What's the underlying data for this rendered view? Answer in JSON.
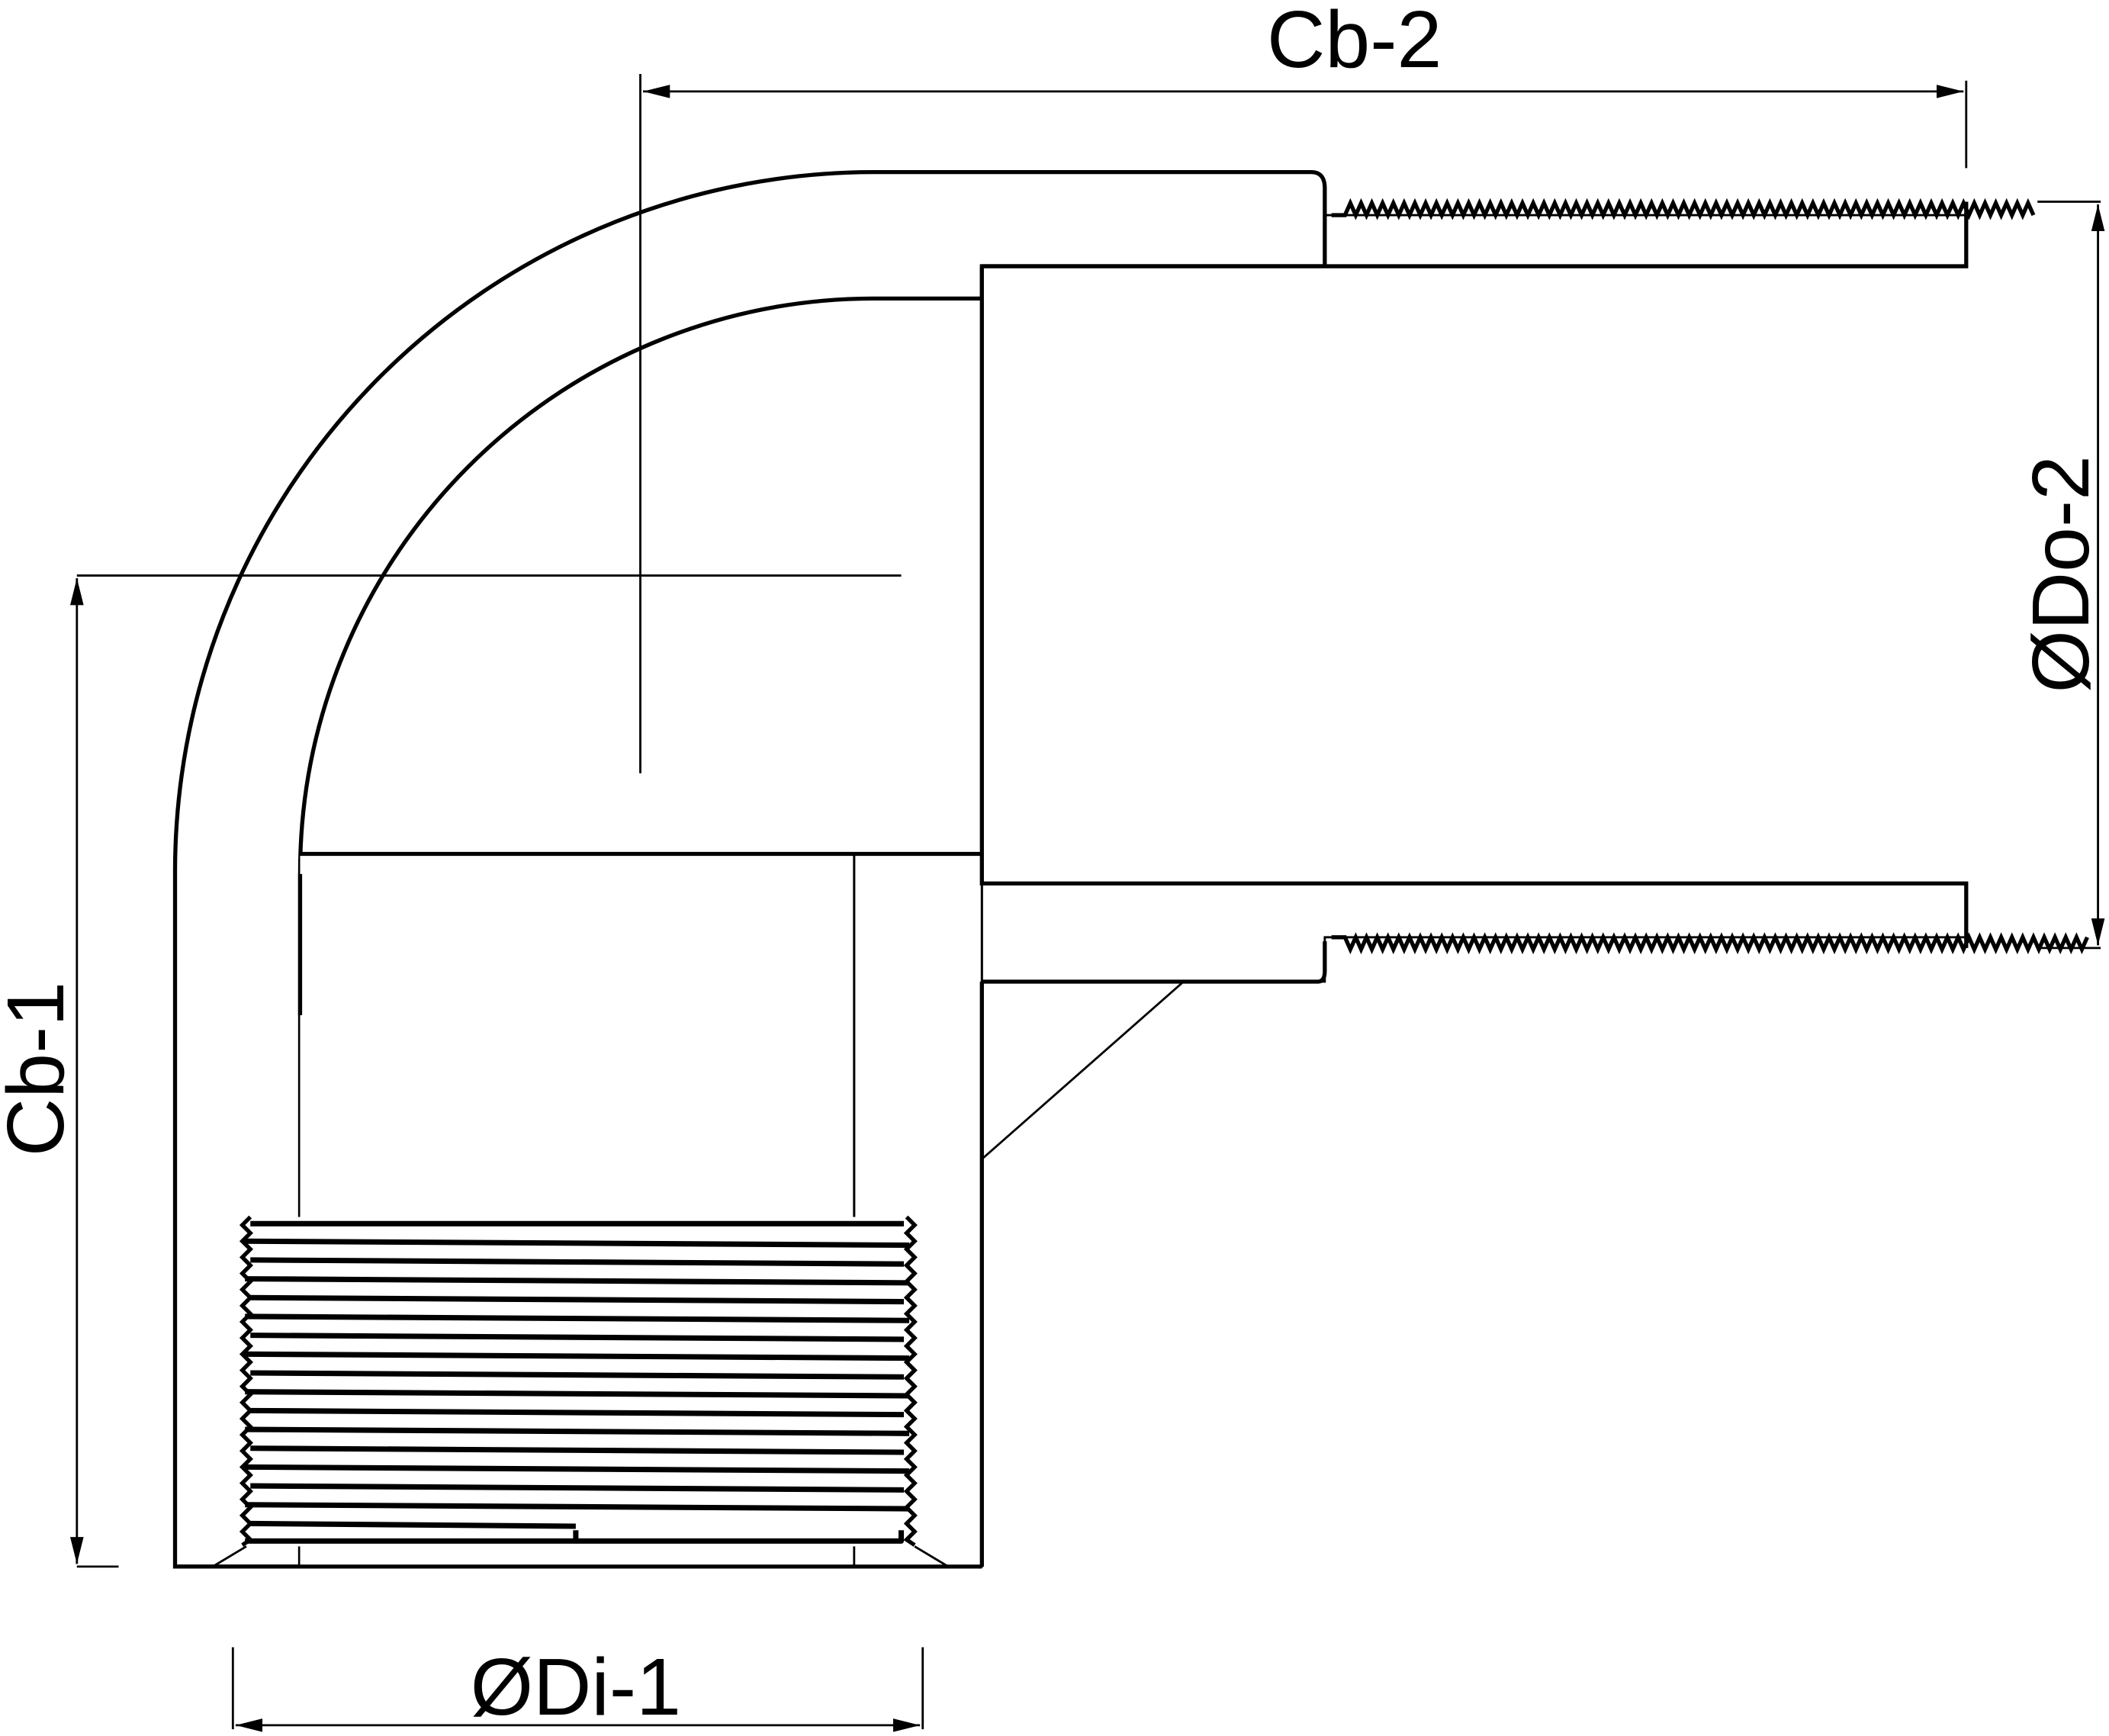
{
  "drawing": {
    "subject": "90-degree pipe elbow cross-section (female threaded socket x male threaded spigot)",
    "line_color": "#000000",
    "background": "#ffffff",
    "hatch_pattern": "diagonal-45"
  },
  "dimensions": {
    "top": {
      "label": "Cb-2",
      "orientation": "horizontal"
    },
    "left": {
      "label": "Cb-1",
      "orientation": "vertical"
    },
    "right": {
      "label": "ØDo-2",
      "orientation": "vertical"
    },
    "bottom": {
      "label": "ØDi-1",
      "orientation": "horizontal"
    }
  }
}
